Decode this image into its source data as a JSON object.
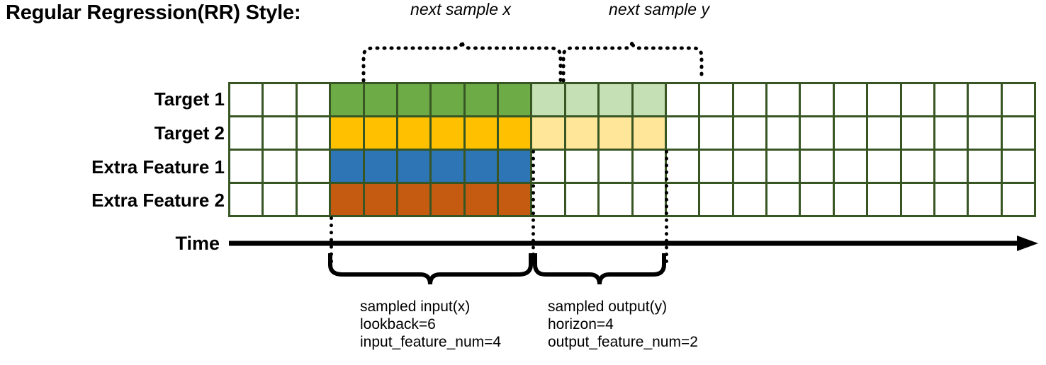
{
  "title": "Regular Regression(RR) Style:",
  "rows": [
    {
      "label": "Target 1"
    },
    {
      "label": "Target 2"
    },
    {
      "label": "Extra Feature 1"
    },
    {
      "label": "Extra Feature 2"
    }
  ],
  "grid": {
    "columns": 24,
    "cells": [
      [
        "white",
        "white",
        "white",
        "c-green",
        "c-green",
        "c-green",
        "c-green",
        "c-green",
        "c-green",
        "c-green-light",
        "c-green-light",
        "c-green-light",
        "c-green-light",
        "white",
        "white",
        "white",
        "white",
        "white",
        "white",
        "white",
        "white",
        "white",
        "white",
        "white"
      ],
      [
        "white",
        "white",
        "white",
        "c-yellow",
        "c-yellow",
        "c-yellow",
        "c-yellow",
        "c-yellow",
        "c-yellow",
        "c-yellow-light",
        "c-yellow-light",
        "c-yellow-light",
        "c-yellow-light",
        "white",
        "white",
        "white",
        "white",
        "white",
        "white",
        "white",
        "white",
        "white",
        "white",
        "white"
      ],
      [
        "white",
        "white",
        "white",
        "c-blue",
        "c-blue",
        "c-blue",
        "c-blue",
        "c-blue",
        "c-blue",
        "white",
        "white",
        "white",
        "white",
        "white",
        "white",
        "white",
        "white",
        "white",
        "white",
        "white",
        "white",
        "white",
        "white",
        "white"
      ],
      [
        "white",
        "white",
        "white",
        "c-orange",
        "c-orange",
        "c-orange",
        "c-orange",
        "c-orange",
        "c-orange",
        "white",
        "white",
        "white",
        "white",
        "white",
        "white",
        "white",
        "white",
        "white",
        "white",
        "white",
        "white",
        "white",
        "white",
        "white"
      ]
    ]
  },
  "annotations": {
    "top_left_label": "next sample x",
    "top_right_label": "next sample y",
    "time_label": "Time",
    "bottom_left": {
      "line1": "sampled input(x)",
      "line2": "lookback=6",
      "line3": "input_feature_num=4"
    },
    "bottom_right": {
      "line1": "sampled output(y)",
      "line2": "horizon=4",
      "line3": "output_feature_num=2"
    }
  },
  "colors": {
    "border": "#375623",
    "green": "#6DAB47",
    "green_light": "#C5E0B4",
    "yellow": "#FFC000",
    "yellow_light": "#FFE699",
    "blue": "#2E75B6",
    "orange": "#C55A11"
  }
}
